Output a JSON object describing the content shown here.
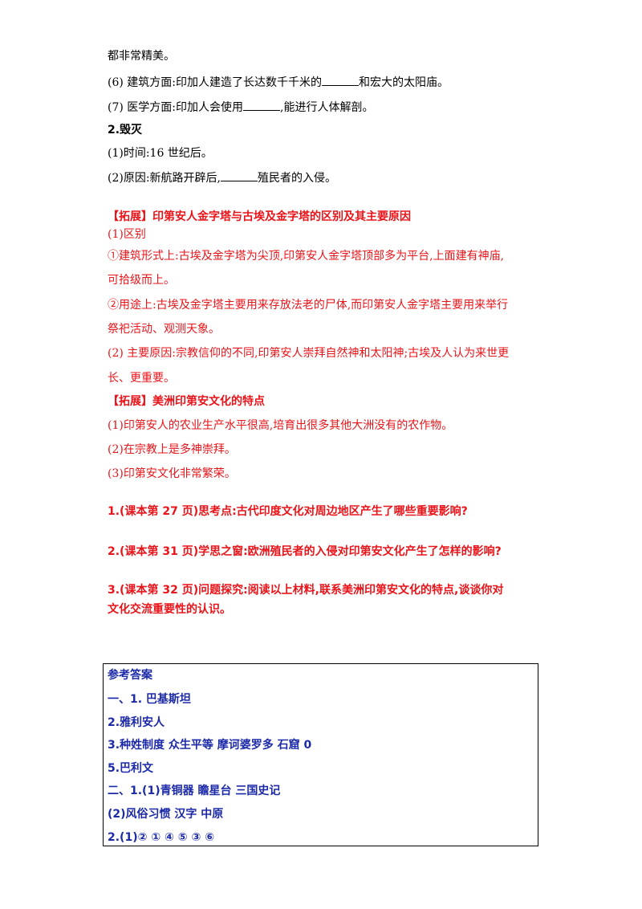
{
  "content": {
    "l1": "都非常精美。",
    "l2a": "(6) 建筑方面:印加人建造了长达数千千米的",
    "l2b": "和宏大的太阳庙。",
    "l3a": "(7) 医学方面:印加人会使用",
    "l3b": ",能进行人体解剖。",
    "h_destroy": "2.毁灭",
    "l4": "(1)时间:16 世纪后。",
    "l5a": "(2)原因:新航路开辟后,",
    "l5b": "殖民者的入侵。"
  },
  "ext1": {
    "title": "【拓展】印第安人金字塔与古埃及金字塔的区别及其主要原因",
    "p1": "(1)区别",
    "p2": "①建筑形式上:古埃及金字塔为尖顶,印第安人金字塔顶部多为平台,上面建有神庙,",
    "p3": "可拾级而上。",
    "p4": "②用途上:古埃及金字塔主要用来存放法老的尸体,而印第安人金字塔主要用来举行",
    "p5": "祭祀活动、观测天象。",
    "p6": "(2) 主要原因:宗教信仰的不同,印第安人崇拜自然神和太阳神;古埃及人认为来世更",
    "p7": "长、更重要。"
  },
  "ext2": {
    "title": "【拓展】美洲印第安文化的特点",
    "p1": "(1)印第安人的农业生产水平很高,培育出很多其他大洲没有的农作物。",
    "p2": "(2)在宗教上是多神崇拜。",
    "p3": "(3)印第安文化非常繁荣。"
  },
  "questions": {
    "q1": "1.(课本第 27 页)思考点:古代印度文化对周边地区产生了哪些重要影响?",
    "q2": "2.(课本第 31 页)学思之窗:欧洲殖民者的入侵对印第安文化产生了怎样的影响?",
    "q3a": "3.(课本第 32 页)问题探究:阅读以上材料,联系美洲印第安文化的特点,谈谈你对",
    "q3b": "文化交流重要性的认识。"
  },
  "answers": {
    "title": "参考答案",
    "a1": "一、1. 巴基斯坦",
    "a2": "2.雅利安人",
    "a3": "3.种姓制度  众生平等  摩诃婆罗多  石窟  0",
    "a4": "5.巴利文",
    "a5": "二、1.(1)青铜器  瞻星台  三国史记",
    "a6": "(2)风俗习惯  汉字  中原",
    "a7": "2.(1)② ① ④ ⑤ ③ ⑥"
  },
  "colors": {
    "red": "#e8141a",
    "blue": "#1c2aa8",
    "text": "#000000"
  }
}
